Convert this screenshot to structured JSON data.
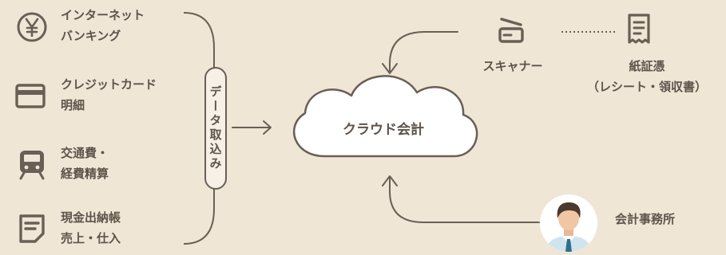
{
  "sources": [
    {
      "line1": "インターネット",
      "line2": "バンキング",
      "icon": "yen-icon"
    },
    {
      "line1": "クレジットカード",
      "line2": "明細",
      "icon": "credit-card-icon"
    },
    {
      "line1": "交通費・",
      "line2": "経費精算",
      "icon": "train-icon"
    },
    {
      "line1": "現金出納帳",
      "line2": "売上・仕入",
      "icon": "ledger-icon"
    }
  ],
  "import_label": "データ取込み",
  "cloud_label": "クラウド会計",
  "scanner_label": "スキャナー",
  "paper": {
    "line1": "紙証憑",
    "line2": "（レシート・領収書）"
  },
  "accountant_label": "会計事務所",
  "colors": {
    "background": "#efe6d6",
    "line": "#6a5f55",
    "text": "#5e544a",
    "accent_tie": "#2f6e86"
  }
}
